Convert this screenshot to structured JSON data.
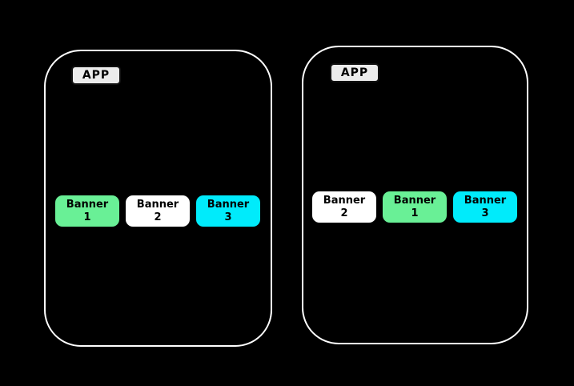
{
  "colors": {
    "background": "#000000",
    "frame_border": "#ffffff",
    "chip_bg": "#ececec",
    "chip_border": "#111111",
    "banner_text": "#000000",
    "banner_green": "#69f096",
    "banner_white": "#ffffff",
    "banner_cyan": "#00ebfb"
  },
  "panels": [
    {
      "app_label": "APP",
      "banners": [
        {
          "label": "Banner",
          "number": "1",
          "color": "#69f096"
        },
        {
          "label": "Banner",
          "number": "2",
          "color": "#ffffff"
        },
        {
          "label": "Banner",
          "number": "3",
          "color": "#00ebfb"
        }
      ]
    },
    {
      "app_label": "APP",
      "banners": [
        {
          "label": "Banner",
          "number": "2",
          "color": "#ffffff"
        },
        {
          "label": "Banner",
          "number": "1",
          "color": "#69f096"
        },
        {
          "label": "Banner",
          "number": "3",
          "color": "#00ebfb"
        }
      ]
    }
  ]
}
